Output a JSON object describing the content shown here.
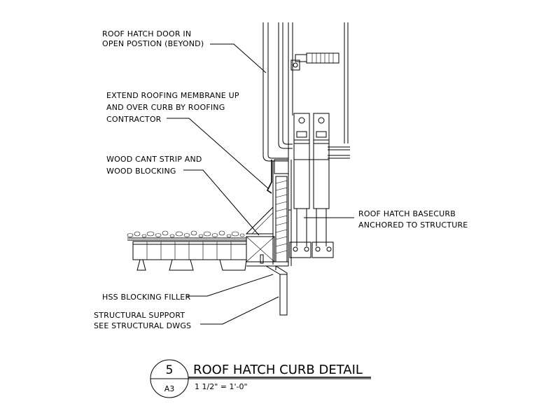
{
  "labels": {
    "door": [
      "ROOF HATCH DOOR IN",
      "OPEN POSTION (BEYOND)"
    ],
    "membrane": [
      "EXTEND ROOFING MEMBRANE UP",
      "AND OVER CURB BY ROOFING",
      "CONTRACTOR"
    ],
    "cant": [
      "WOOD CANT STRIP AND",
      "WOOD BLOCKING"
    ],
    "basecurb": [
      "ROOF HATCH BASECURB",
      "ANCHORED TO STRUCTURE"
    ],
    "hss": [
      "HSS BLOCKING FILLER"
    ],
    "support": [
      "STRUCTURAL SUPPORT",
      "SEE STRUCTURAL DWGS"
    ]
  },
  "title_block": {
    "detail_number": "5",
    "sheet": "A3",
    "title": "ROOF HATCH CURB DETAIL",
    "scale": "1 1/2\" = 1'-0\""
  }
}
